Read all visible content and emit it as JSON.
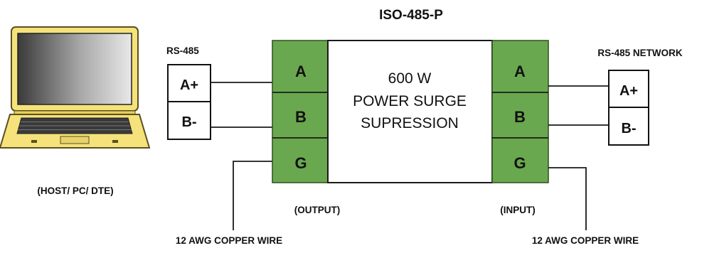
{
  "title": "ISO-485-P",
  "left_connector": {
    "label": "RS-485",
    "terminals": [
      "A+",
      "B-"
    ]
  },
  "right_connector": {
    "label": "RS-485 NETWORK",
    "terminals": [
      "A+",
      "B-"
    ]
  },
  "device": {
    "lines": [
      "600 W",
      "POWER SURGE",
      "SUPRESSION"
    ],
    "left_ports": [
      "A",
      "B",
      "G"
    ],
    "right_ports": [
      "A",
      "B",
      "G"
    ],
    "left_side_label": "(OUTPUT)",
    "right_side_label": "(INPUT)"
  },
  "host_label": "(HOST/ PC/ DTE)",
  "ground_wire_left": "12 AWG COPPER WIRE",
  "ground_wire_right": "12 AWG COPPER WIRE",
  "colors": {
    "terminal_green": "#6aa84f",
    "laptop_body": "#f5e27a",
    "line": "#1a1a1a"
  }
}
